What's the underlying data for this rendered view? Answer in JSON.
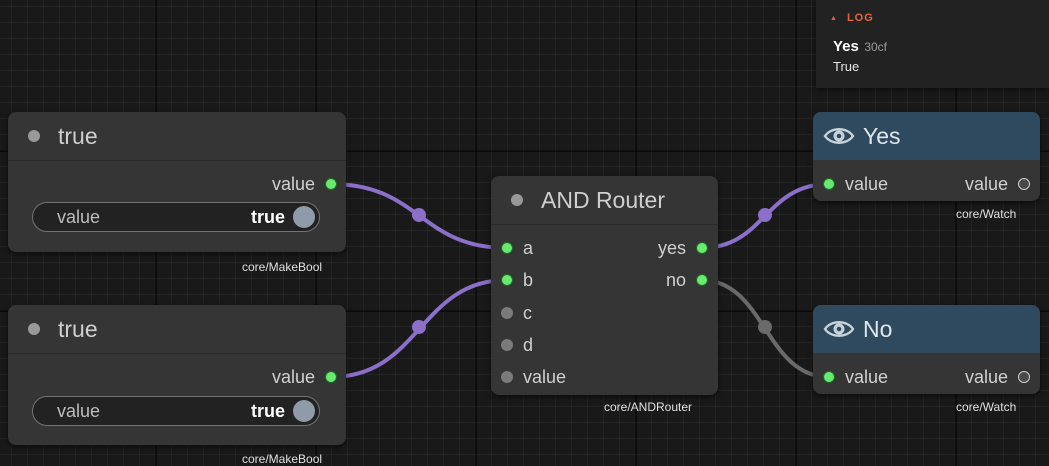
{
  "nodes": {
    "make_bool_1": {
      "title": "true",
      "output_label": "value",
      "widget_label": "value",
      "widget_value": "true",
      "type_label": "core/MakeBool"
    },
    "make_bool_2": {
      "title": "true",
      "output_label": "value",
      "widget_label": "value",
      "widget_value": "true",
      "type_label": "core/MakeBool"
    },
    "and_router": {
      "title": "AND Router",
      "inputs": [
        "a",
        "b",
        "c",
        "d",
        "value"
      ],
      "outputs": [
        "yes",
        "no"
      ],
      "type_label": "core/ANDRouter"
    },
    "watch_yes": {
      "title": "Yes",
      "input_label": "value",
      "output_label": "value",
      "type_label": "core/Watch"
    },
    "watch_no": {
      "title": "No",
      "input_label": "value",
      "output_label": "value",
      "type_label": "core/Watch"
    }
  },
  "log": {
    "header": "LOG",
    "entry_title": "Yes",
    "entry_id": "30cf",
    "entry_value": "True"
  },
  "colors": {
    "wire_active": "#8b6fc9",
    "wire_inactive": "#6a6a6a",
    "port_connected": "#66ea6f",
    "port_idle": "#7a7a7a",
    "watch_header": "#2f4a5e",
    "log_accent": "#e8623a"
  }
}
